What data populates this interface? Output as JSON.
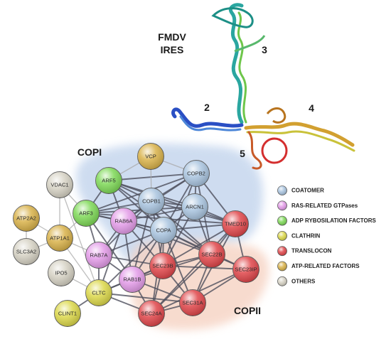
{
  "ires": {
    "title_line1": "FMDV",
    "title_line2": "IRES",
    "domains": [
      "2",
      "3",
      "4",
      "5"
    ]
  },
  "groups": {
    "copi": "COPI",
    "copii": "COPII"
  },
  "categories": {
    "coatomer": {
      "label": "COATOMER",
      "color": "#a9c4df"
    },
    "ras": {
      "label": "RAS-RELATED GTPases",
      "color": "#e39be8"
    },
    "adp": {
      "label": "ADP RYBOSILATION FACTORS",
      "color": "#7ed957"
    },
    "clathrin": {
      "label": "CLATHRIN",
      "color": "#dcd84a"
    },
    "translocon": {
      "label": "TRANSLOCON",
      "color": "#e0464a"
    },
    "atp": {
      "label": "ATP-RELATED FACTORS",
      "color": "#d9b24a"
    },
    "others": {
      "label": "OTHERS",
      "color": "#d6d2c4"
    }
  },
  "legend_order": [
    "coatomer",
    "ras",
    "adp",
    "clathrin",
    "translocon",
    "atp",
    "others"
  ],
  "nodes": [
    {
      "id": "VCP",
      "cat": "atp"
    },
    {
      "id": "ARF5",
      "cat": "adp"
    },
    {
      "id": "COPB2",
      "cat": "coatomer"
    },
    {
      "id": "VDAC1",
      "cat": "others"
    },
    {
      "id": "COPB1",
      "cat": "coatomer"
    },
    {
      "id": "ARCN1",
      "cat": "coatomer"
    },
    {
      "id": "ATP2A2",
      "cat": "atp"
    },
    {
      "id": "ARF3",
      "cat": "adp"
    },
    {
      "id": "RAB6A",
      "cat": "ras"
    },
    {
      "id": "TMED10",
      "cat": "translocon"
    },
    {
      "id": "ATP1A1",
      "cat": "atp"
    },
    {
      "id": "COPA",
      "cat": "coatomer"
    },
    {
      "id": "SLC3A2",
      "cat": "others"
    },
    {
      "id": "RAB7A",
      "cat": "ras"
    },
    {
      "id": "SEC22B",
      "cat": "translocon"
    },
    {
      "id": "IPO5",
      "cat": "others"
    },
    {
      "id": "SEC23B",
      "cat": "translocon"
    },
    {
      "id": "SEC23IP",
      "cat": "translocon"
    },
    {
      "id": "RAB1B",
      "cat": "ras"
    },
    {
      "id": "CLTC",
      "cat": "clathrin"
    },
    {
      "id": "SEC31A",
      "cat": "translocon"
    },
    {
      "id": "SEC24A",
      "cat": "translocon"
    },
    {
      "id": "CLINT1",
      "cat": "clathrin"
    }
  ],
  "edges": [
    [
      "ARF5",
      "COPB2"
    ],
    [
      "ARF5",
      "COPB1"
    ],
    [
      "ARF5",
      "ARCN1"
    ],
    [
      "ARF5",
      "ARF3"
    ],
    [
      "ARF5",
      "RAB6A"
    ],
    [
      "ARF5",
      "COPA"
    ],
    [
      "ARF5",
      "TMED10"
    ],
    [
      "ARF5",
      "SEC22B"
    ],
    [
      "ARF3",
      "COPB2"
    ],
    [
      "ARF3",
      "COPB1"
    ],
    [
      "ARF3",
      "ARCN1"
    ],
    [
      "ARF3",
      "RAB6A"
    ],
    [
      "ARF3",
      "COPA"
    ],
    [
      "ARF3",
      "RAB7A"
    ],
    [
      "ARF3",
      "RAB1B"
    ],
    [
      "ARF3",
      "ATP1A1"
    ],
    [
      "ARF3",
      "TMED10"
    ],
    [
      "COPB2",
      "COPB1"
    ],
    [
      "COPB2",
      "ARCN1"
    ],
    [
      "COPB2",
      "COPA"
    ],
    [
      "COPB2",
      "TMED10"
    ],
    [
      "COPB2",
      "RAB6A"
    ],
    [
      "COPB2",
      "SEC22B"
    ],
    [
      "COPB2",
      "VCP"
    ],
    [
      "COPB2",
      "SEC23B"
    ],
    [
      "COPB1",
      "ARCN1"
    ],
    [
      "COPB1",
      "COPA"
    ],
    [
      "COPB1",
      "RAB6A"
    ],
    [
      "COPB1",
      "TMED10"
    ],
    [
      "COPB1",
      "SEC22B"
    ],
    [
      "COPB1",
      "RAB7A"
    ],
    [
      "COPB1",
      "RAB1B"
    ],
    [
      "COPB1",
      "SEC23B"
    ],
    [
      "ARCN1",
      "COPA"
    ],
    [
      "ARCN1",
      "TMED10"
    ],
    [
      "ARCN1",
      "SEC22B"
    ],
    [
      "ARCN1",
      "RAB6A"
    ],
    [
      "ARCN1",
      "SEC23B"
    ],
    [
      "COPA",
      "TMED10"
    ],
    [
      "COPA",
      "SEC22B"
    ],
    [
      "COPA",
      "SEC23B"
    ],
    [
      "COPA",
      "RAB1B"
    ],
    [
      "COPA",
      "RAB6A"
    ],
    [
      "COPA",
      "SEC31A"
    ],
    [
      "COPA",
      "SEC24A"
    ],
    [
      "COPA",
      "CLTC"
    ],
    [
      "COPA",
      "RAB7A"
    ],
    [
      "COPA",
      "SEC23IP"
    ],
    [
      "RAB6A",
      "RAB7A"
    ],
    [
      "RAB6A",
      "RAB1B"
    ],
    [
      "RAB6A",
      "SEC23B"
    ],
    [
      "RAB6A",
      "SEC22B"
    ],
    [
      "RAB6A",
      "CLTC"
    ],
    [
      "RAB7A",
      "RAB1B"
    ],
    [
      "RAB7A",
      "CLTC"
    ],
    [
      "RAB7A",
      "SEC23B"
    ],
    [
      "RAB7A",
      "ATP1A1"
    ],
    [
      "RAB1B",
      "SEC23B"
    ],
    [
      "RAB1B",
      "SEC24A"
    ],
    [
      "RAB1B",
      "SEC31A"
    ],
    [
      "RAB1B",
      "CLTC"
    ],
    [
      "RAB1B",
      "SEC22B"
    ],
    [
      "TMED10",
      "SEC22B"
    ],
    [
      "TMED10",
      "SEC23B"
    ],
    [
      "TMED10",
      "SEC23IP"
    ],
    [
      "TMED10",
      "SEC31A"
    ],
    [
      "TMED10",
      "SEC24A"
    ],
    [
      "SEC22B",
      "SEC23B"
    ],
    [
      "SEC22B",
      "SEC23IP"
    ],
    [
      "SEC22B",
      "SEC31A"
    ],
    [
      "SEC22B",
      "SEC24A"
    ],
    [
      "SEC23B",
      "SEC31A"
    ],
    [
      "SEC23B",
      "SEC24A"
    ],
    [
      "SEC23B",
      "SEC23IP"
    ],
    [
      "SEC23B",
      "CLTC"
    ],
    [
      "SEC23IP",
      "SEC31A"
    ],
    [
      "SEC23IP",
      "SEC24A"
    ],
    [
      "SEC31A",
      "SEC24A"
    ],
    [
      "SEC24A",
      "CLTC"
    ],
    [
      "SEC31A",
      "CLTC"
    ],
    [
      "CLTC",
      "CLINT1"
    ],
    [
      "CLTC",
      "IPO5"
    ],
    [
      "CLTC",
      "ATP1A1"
    ],
    [
      "CLTC",
      "VDAC1"
    ],
    [
      "ATP1A1",
      "ATP2A2"
    ],
    [
      "ATP1A1",
      "SLC3A2"
    ],
    [
      "ATP1A1",
      "VDAC1"
    ],
    [
      "ATP2A2",
      "SLC3A2"
    ],
    [
      "VCP",
      "ARF5"
    ],
    [
      "VCP",
      "COPB1"
    ],
    [
      "VDAC1",
      "ARF3"
    ]
  ]
}
